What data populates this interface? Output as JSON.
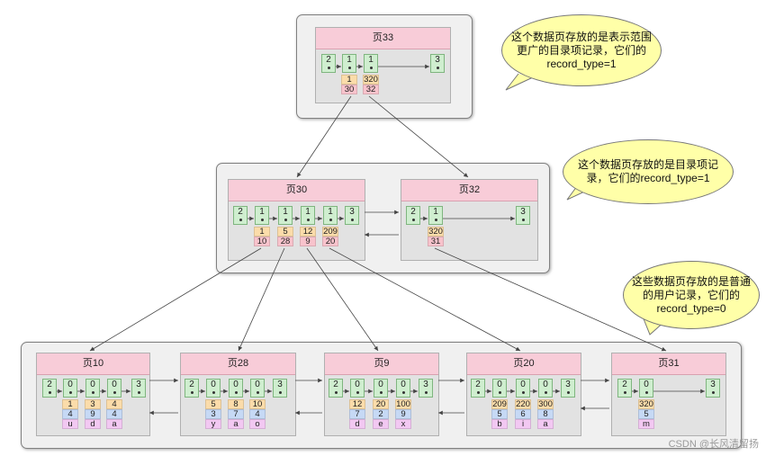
{
  "labels": {
    "p33": "页33",
    "p30": "页30",
    "p32": "页32",
    "p10": "页10",
    "p28": "页28",
    "p9": "页9",
    "p20": "页20",
    "p31": "页31"
  },
  "notes": {
    "top": "这个数据页存放的是表示范围更广的目录项记录，它们的record_type=1",
    "mid": "这个数据页存放的是目录项记录，它们的record_type=1",
    "bottom": "这些数据页存放的是普通的用户记录，它们的record_type=0"
  },
  "watermark": "CSDN @长风清留扬",
  "pages": [
    {
      "id": "p33",
      "slots": [
        "2",
        "1",
        "1",
        "3"
      ],
      "records": [
        [
          "1",
          "30"
        ],
        [
          "320",
          "32"
        ]
      ],
      "kind": "dir"
    },
    {
      "id": "p30",
      "slots": [
        "2",
        "1",
        "1",
        "1",
        "1",
        "3"
      ],
      "records": [
        [
          "1",
          "10"
        ],
        [
          "5",
          "28"
        ],
        [
          "12",
          "9"
        ],
        [
          "209",
          "20"
        ]
      ],
      "kind": "dir"
    },
    {
      "id": "p32",
      "slots": [
        "2",
        "1",
        "3"
      ],
      "records": [
        [
          "320",
          "31"
        ]
      ],
      "kind": "dir"
    },
    {
      "id": "p10",
      "slots": [
        "2",
        "0",
        "0",
        "0",
        "3"
      ],
      "records": [
        [
          "1",
          "4",
          "u"
        ],
        [
          "3",
          "9",
          "d"
        ],
        [
          "4",
          "4",
          "a"
        ]
      ],
      "kind": "user"
    },
    {
      "id": "p28",
      "slots": [
        "2",
        "0",
        "0",
        "0",
        "3"
      ],
      "records": [
        [
          "5",
          "3",
          "y"
        ],
        [
          "8",
          "7",
          "a"
        ],
        [
          "10",
          "4",
          "o"
        ]
      ],
      "kind": "user"
    },
    {
      "id": "p9",
      "slots": [
        "2",
        "0",
        "0",
        "0",
        "3"
      ],
      "records": [
        [
          "12",
          "7",
          "d"
        ],
        [
          "20",
          "2",
          "e"
        ],
        [
          "100",
          "9",
          "x"
        ]
      ],
      "kind": "user"
    },
    {
      "id": "p20",
      "slots": [
        "2",
        "0",
        "0",
        "0",
        "3"
      ],
      "records": [
        [
          "209",
          "5",
          "b"
        ],
        [
          "220",
          "6",
          "i"
        ],
        [
          "300",
          "8",
          "a"
        ]
      ],
      "kind": "user"
    },
    {
      "id": "p31",
      "slots": [
        "2",
        "0",
        "3"
      ],
      "records": [
        [
          "320",
          "5",
          "m"
        ]
      ],
      "kind": "user"
    }
  ]
}
